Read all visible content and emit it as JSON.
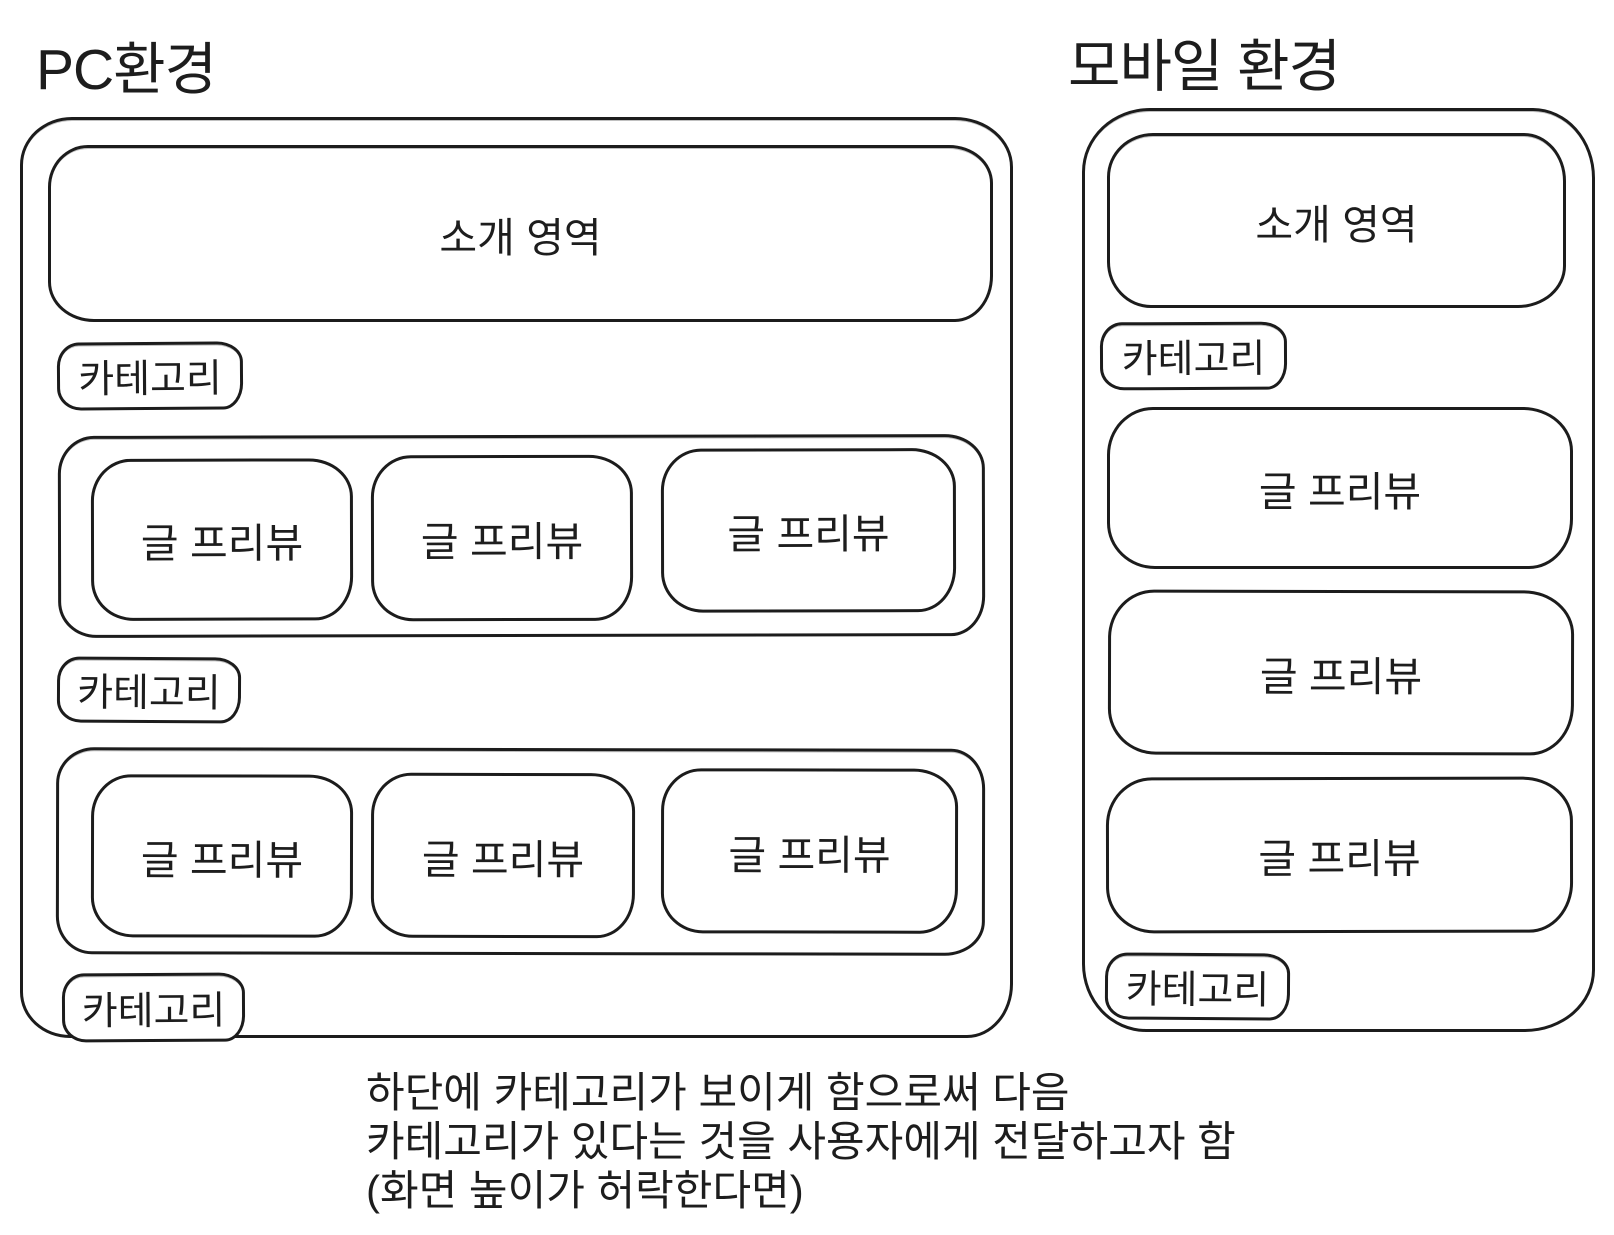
{
  "panels": [
    {
      "title": "PC환경",
      "intro": "소개 영역",
      "category1": "카테고리",
      "category2": "카테고리",
      "category3": "카테고리",
      "rows": [
        {
          "posts": [
            "글 프리뷰",
            "글 프리뷰",
            "글 프리뷰"
          ]
        },
        {
          "posts": [
            "글 프리뷰",
            "글 프리뷰",
            "글 프리뷰"
          ]
        }
      ]
    },
    {
      "title": "모바일 환경",
      "intro": "소개 영역",
      "category1": "카테고리",
      "category2": "카테고리",
      "posts": [
        "글 프리뷰",
        "글 프리뷰",
        "글 프리뷰"
      ]
    }
  ],
  "caption": {
    "line1": "하단에 카테고리가 보이게 함으로써 다음",
    "line2": "카테고리가 있다는 것을 사용자에게 전달하고자 함",
    "line3": "(화면 높이가 허락한다면)"
  },
  "colors": {
    "stroke": "#1c1c1c",
    "text": "#1d1d1d",
    "background": "#ffffff"
  }
}
